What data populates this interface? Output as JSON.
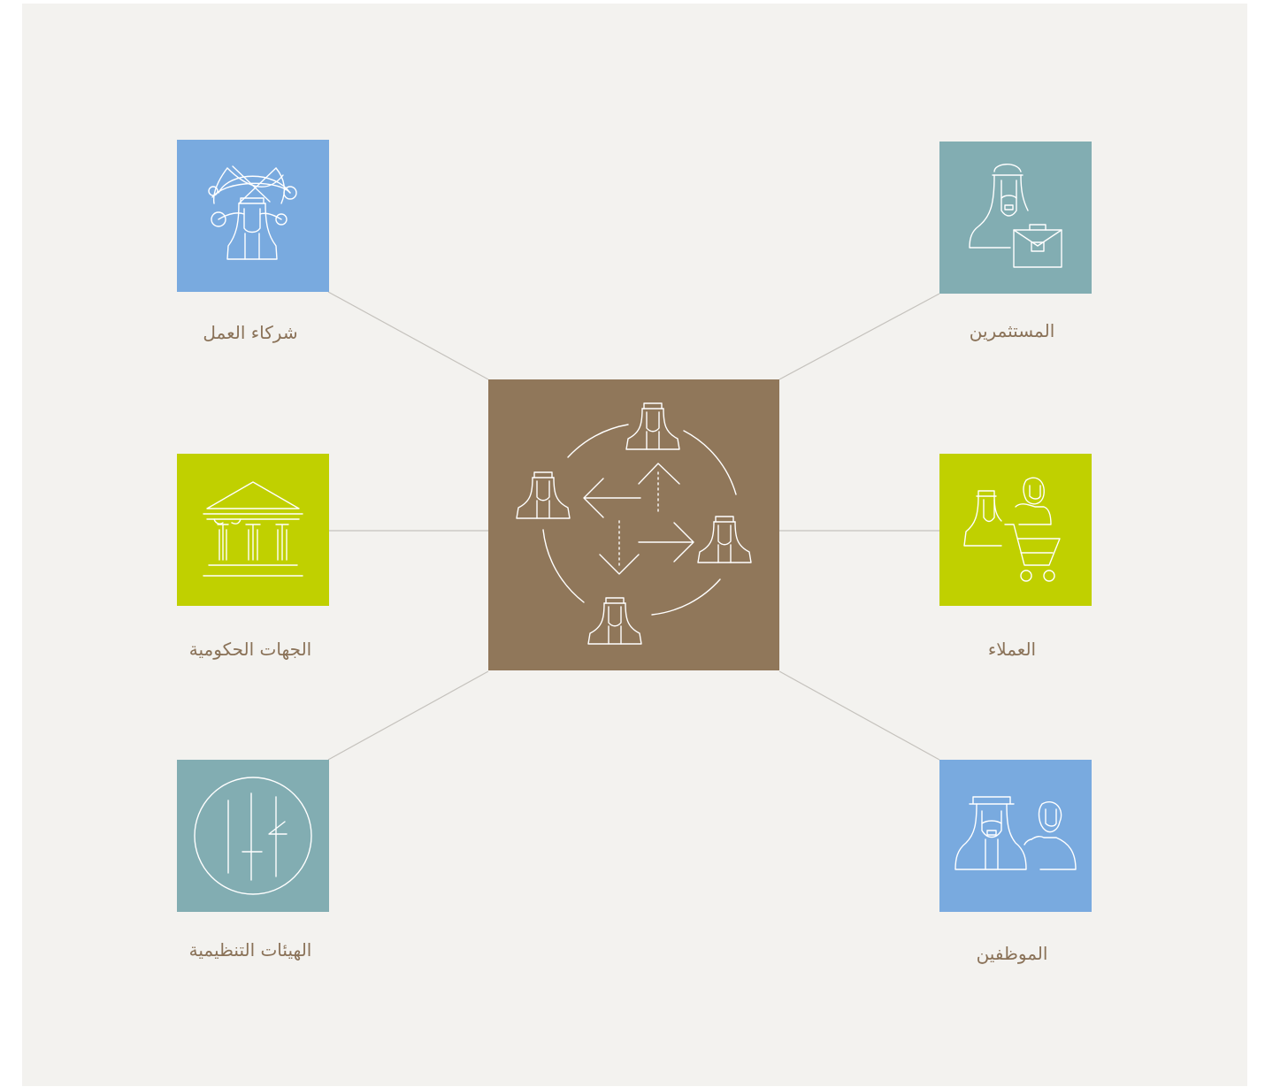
{
  "colors": {
    "background": "#f3f2ef",
    "center": "#90775a",
    "blue": "#79aadf",
    "teal": "#82adb2",
    "lime": "#c0d000",
    "label": "#8a7258",
    "line": "#c5c2bd"
  },
  "center_node": {
    "icon": "people-exchange-icon"
  },
  "nodes": {
    "business_partners": {
      "label": "شركاء العمل",
      "icon": "global-network-person-icon"
    },
    "government": {
      "label": "الجهات الحكومية",
      "icon": "government-building-icon"
    },
    "regulators": {
      "label": "الهيئات التنظيمية",
      "icon": "regulatory-seal-icon"
    },
    "investors": {
      "label": "المستثمرين",
      "icon": "investor-briefcase-icon"
    },
    "customers": {
      "label": "العملاء",
      "icon": "shopping-cart-people-icon"
    },
    "employees": {
      "label": "الموظفين",
      "icon": "employees-icon"
    }
  }
}
